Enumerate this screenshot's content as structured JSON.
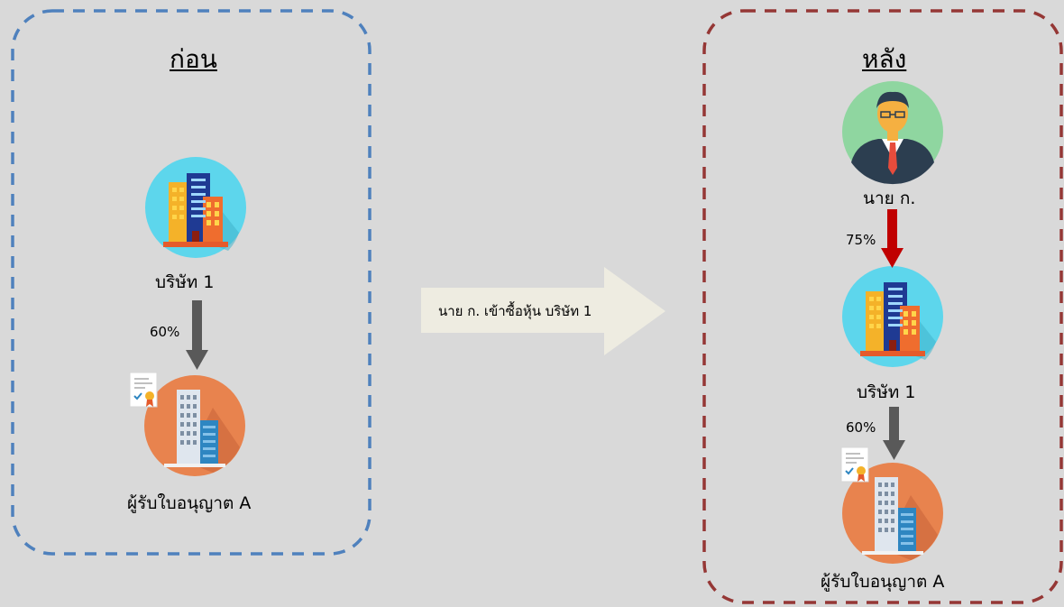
{
  "before": {
    "title": "ก่อน",
    "company_label": "บริษัท 1",
    "licensee_label": "ผู้รับใบอนุญาต A",
    "edge_percent": "60%"
  },
  "transition": {
    "label": "นาย ก. เข้าซื้อหุ้น บริษัท 1"
  },
  "after": {
    "title": "หลัง",
    "person_label": "นาย ก.",
    "person_edge_percent": "75%",
    "company_label": "บริษัท 1",
    "company_edge_percent": "60%",
    "licensee_label": "ผู้รับใบอนุญาต A"
  },
  "colors": {
    "background": "#d9d9d9",
    "before_border": "#4f81bd",
    "after_border": "#953735",
    "grey_arrow": "#595959",
    "red_arrow": "#c00000",
    "transition_arrow": "#eeece1",
    "company_circle": "#5dd6ec",
    "licensee_circle": "#e8834e",
    "person_circle": "#8fd6a0"
  }
}
